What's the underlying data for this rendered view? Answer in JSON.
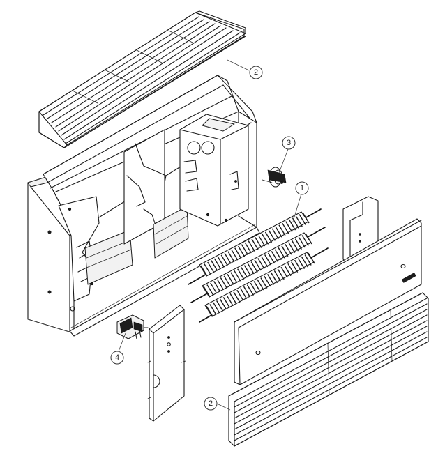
{
  "callouts": [
    {
      "id": "grille-top",
      "label": "2"
    },
    {
      "id": "fan-motor",
      "label": "3"
    },
    {
      "id": "heating-element",
      "label": "1"
    },
    {
      "id": "thermostat",
      "label": "4"
    },
    {
      "id": "grille-bottom",
      "label": "2"
    }
  ]
}
